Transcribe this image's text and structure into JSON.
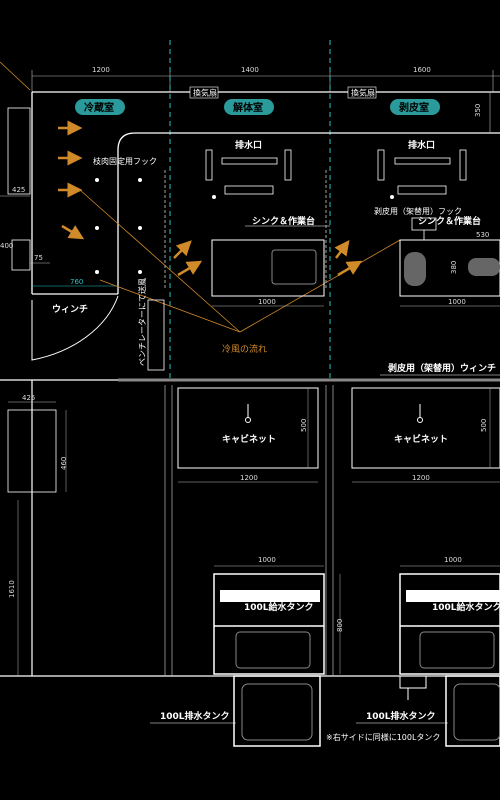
{
  "rooms": {
    "cold_room": "冷蔵室",
    "dissection_room": "解体室",
    "skinning_room": "剥皮室"
  },
  "labels": {
    "vent_1": "換気扇",
    "vent_2": "換気扇",
    "hook_fixed": "枝肉固定用フック",
    "drain_1": "排水口",
    "drain_2": "排水口",
    "sink_1": "シンク＆作業台",
    "sink_2": "シンク＆作業台",
    "skin_hook": "剥皮用（架替用）フック",
    "winch": "ウィンチ",
    "cold_air_flow": "冷風の流れ",
    "skin_winch": "剥皮用（架替用）ウィンチ",
    "cabinet_1": "キャビネット",
    "cabinet_2": "キャビネット",
    "supply_tank_1": "100L給水タンク",
    "supply_tank_2": "100L給水タンク",
    "drain_tank_1": "100L排水タンク",
    "drain_tank_2": "100L排水タンク",
    "ventilator_note": "ベンチレーターにて送風",
    "tank_note": "※右サイドに同様に100Lタンク"
  },
  "dimensions": {
    "top_1200": "1200",
    "top_1400": "1400",
    "top_1600": "1600",
    "right_350": "350",
    "left_425_top": "425",
    "left_400": "400",
    "left_75": "75",
    "cyan_760": "760",
    "sink1_1000": "1000",
    "sink2_1000": "1000",
    "sink2_530": "530",
    "sink2_380": "380",
    "left_425_bottom": "425",
    "left_460": "460",
    "cab1_500": "500",
    "cab1_1200": "1200",
    "cab2_500": "500",
    "cab2_1200": "1200",
    "left_1610": "1610",
    "tank1_1000": "1000",
    "tank2_1000": "1000",
    "tank_800": "800"
  },
  "colors": {
    "background": "#000000",
    "lines": "#ffffff",
    "air_flow": "#d08a2a",
    "room_badge": "#2a9a9a",
    "center_line": "#2ac4c4"
  }
}
